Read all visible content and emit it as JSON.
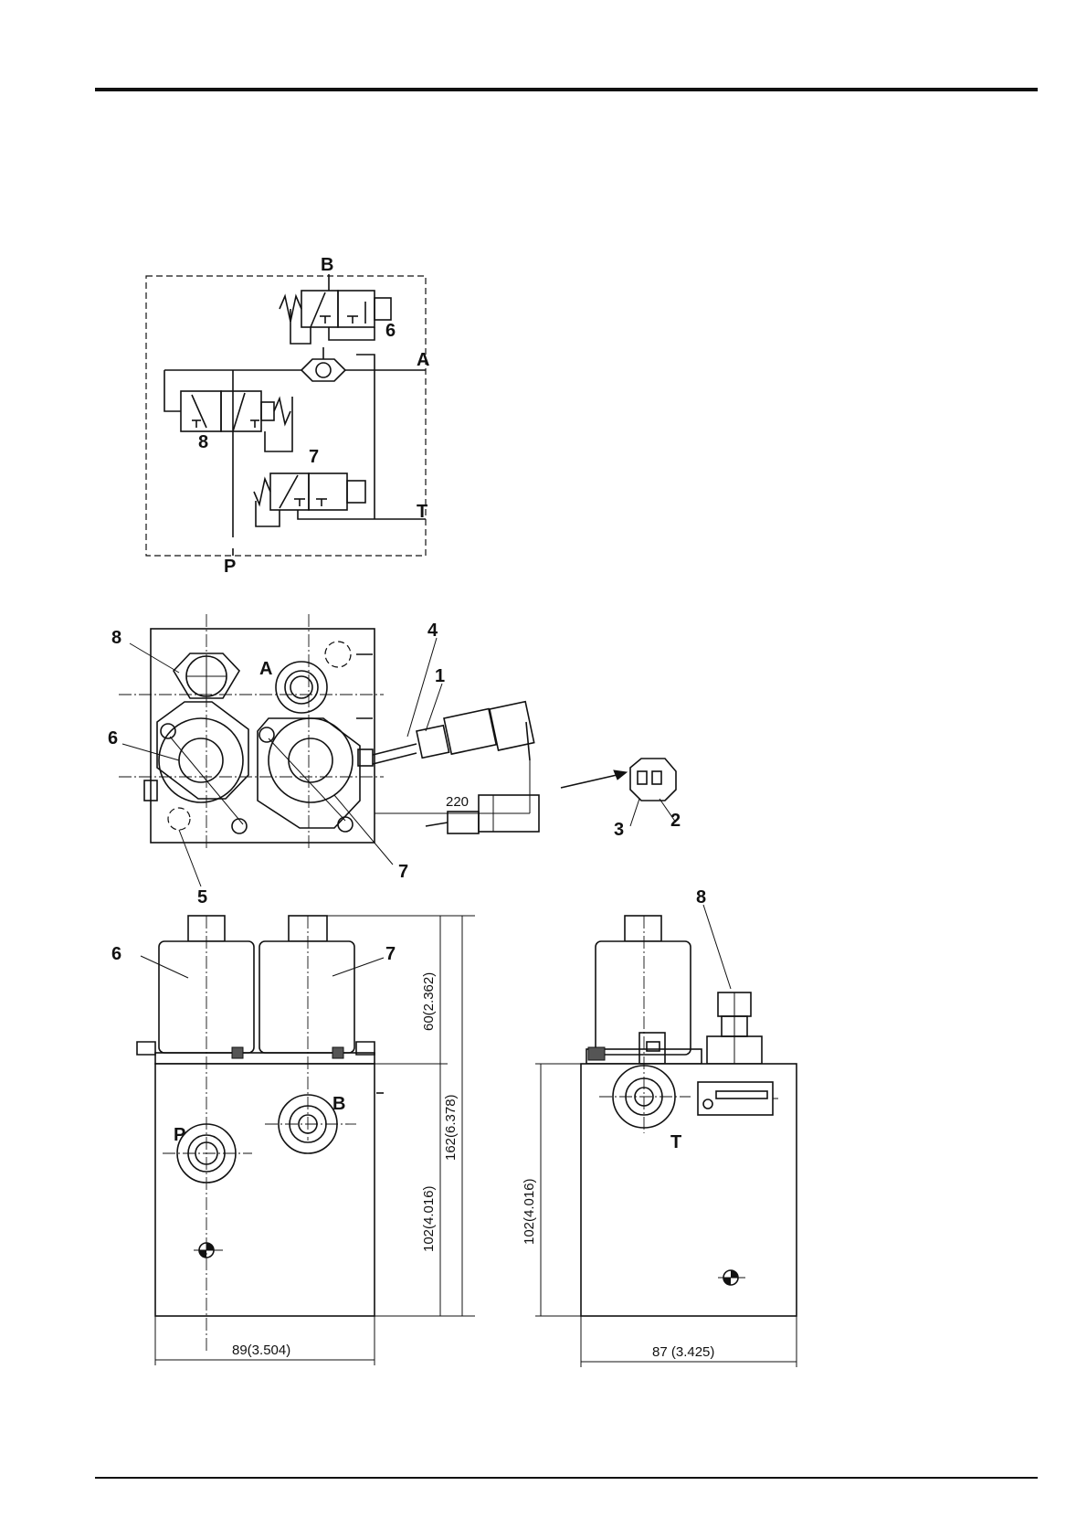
{
  "schematic": {
    "ports": {
      "B": "B",
      "A": "A",
      "T": "T",
      "P": "P"
    },
    "valve_6": "6",
    "valve_7": "7",
    "valve_8": "8",
    "T_symbol": "T"
  },
  "top_view": {
    "callouts": {
      "c8": "8",
      "cA": "A",
      "c6": "6",
      "c4": "4",
      "c1": "1",
      "c5": "5",
      "c7": "7",
      "c3": "3",
      "c2": "2"
    },
    "cable_length": "220"
  },
  "front_view": {
    "callouts": {
      "c6": "6",
      "c7": "7",
      "cP": "P",
      "cB": "B"
    },
    "dims": {
      "width": "89(3.504)",
      "coil_height": "60(2.362)",
      "block_height": "102(4.016)",
      "total_height": "162(6.378)"
    }
  },
  "side_view": {
    "callouts": {
      "c8": "8",
      "cT": "T"
    },
    "dims": {
      "width": "87 (3.425)",
      "block_height": "102(4.016)"
    }
  }
}
